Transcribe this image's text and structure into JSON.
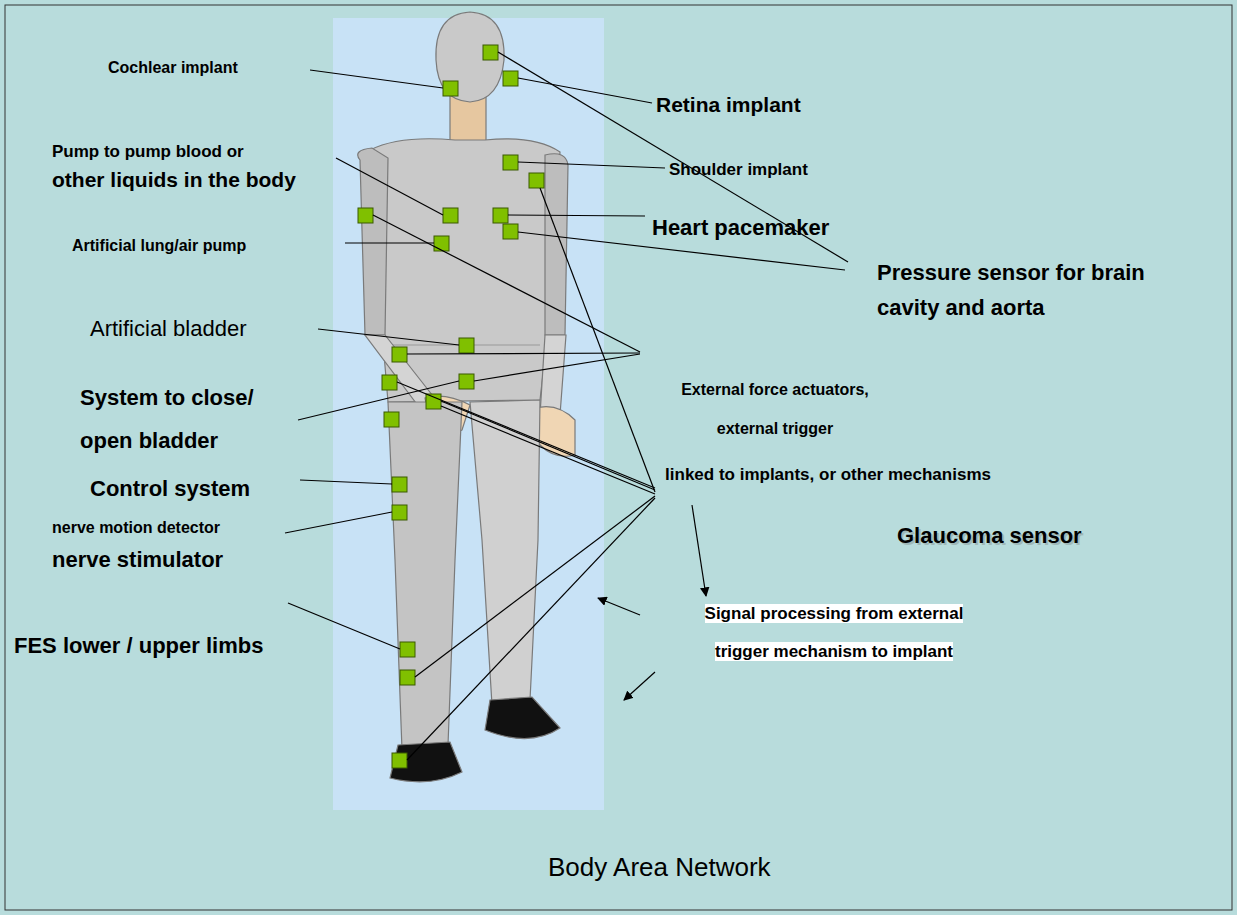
{
  "diagram": {
    "caption": "Body Area Network",
    "labels": [
      "Cochlear implant",
      "Retina implant",
      "Pump to pump blood or",
      "other liquids in the body",
      "Shoulder implant",
      "Heart pacemaker",
      "Artificial lung/air pump",
      "Pressure sensor for brain cavity and aorta",
      "Artificial bladder",
      "System to close/ open bladder",
      "External force actuators, external trigger",
      "linked to implants, or other mechanisms",
      "Glaucoma sensor",
      "Control system",
      "nerve motion detector",
      "nerve stimulator",
      "Signal processing from external trigger mechanism to implant",
      "FES lower / upper limbs"
    ]
  }
}
